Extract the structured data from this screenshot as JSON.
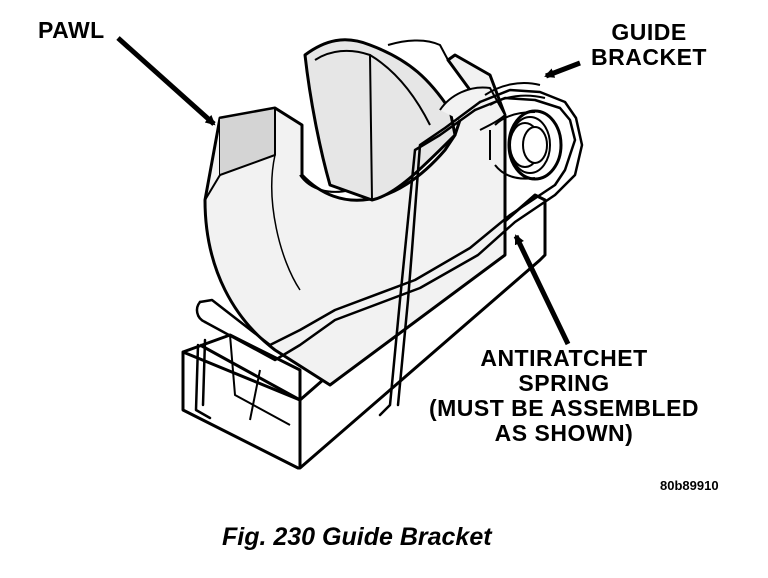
{
  "labels": {
    "pawl": "PAWL",
    "guide_bracket": [
      "GUIDE",
      "BRACKET"
    ],
    "antiratchet_spring": [
      "ANTIRATCHET",
      "SPRING",
      "(MUST BE ASSEMBLED",
      "AS SHOWN)"
    ]
  },
  "figure_code": "80b89910",
  "caption": "Fig. 230 Guide Bracket"
}
